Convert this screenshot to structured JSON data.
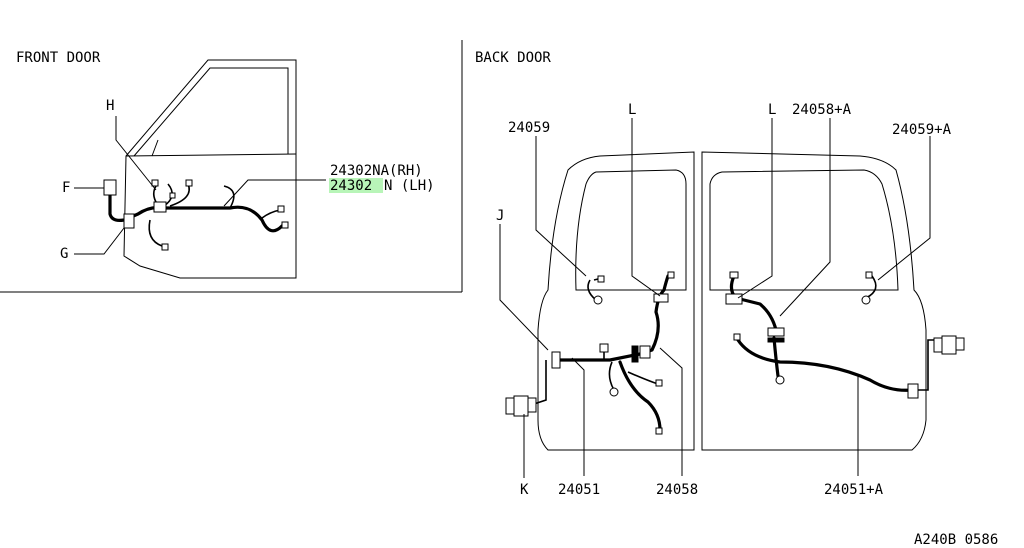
{
  "sections": {
    "front_door": "FRONT DOOR",
    "back_door": "BACK DOOR"
  },
  "front_labels": {
    "H": "H",
    "F": "F",
    "G": "G",
    "rh_part": "24302NA(RH)",
    "lh_part_num": "24302",
    "lh_part_suffix": "N (LH)"
  },
  "back_labels": {
    "p24059": "24059",
    "L1": "L",
    "L2": "L",
    "p24058A": "24058+A",
    "p24059A": "24059+A",
    "J": "J",
    "K": "K",
    "p24051": "24051",
    "p24058": "24058",
    "p24051A": "24051+A"
  },
  "footer_code": "A240B 0586",
  "colors": {
    "highlight": "#b8f5b8",
    "line": "#000000"
  }
}
